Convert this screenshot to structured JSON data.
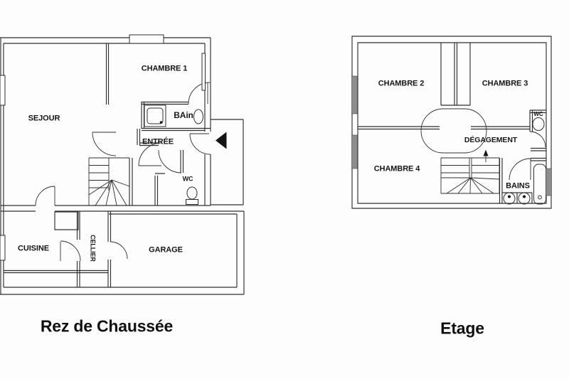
{
  "ground_floor": {
    "caption": "Rez de Chaussée",
    "rooms": {
      "sejour": "SEJOUR",
      "chambre1": "CHAMBRE 1",
      "bain": "BAin",
      "entree": "ENTRÉE",
      "wc": "WC",
      "cuisine": "CUISINE",
      "cellier": "CELLIER",
      "garage": "GARAGE"
    }
  },
  "upper_floor": {
    "caption": "Etage",
    "rooms": {
      "chambre2": "CHAMBRE 2",
      "chambre3": "CHAMBRE 3",
      "chambre4": "CHAMBRE 4",
      "degagement": "DÉGAGEMENT",
      "bains": "BAINS",
      "wc": "WC"
    }
  },
  "colors": {
    "wall": "#2f2f2f",
    "background": "#fdfdfd",
    "text": "#161616",
    "arrow": "#151515"
  }
}
